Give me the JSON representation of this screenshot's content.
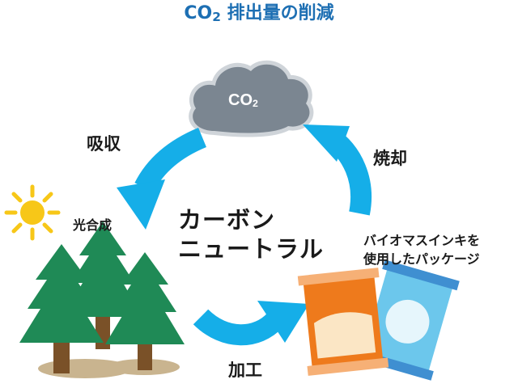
{
  "title": {
    "main": "CO",
    "sub": "2",
    "rest": " 排出量の削減"
  },
  "cloud": {
    "main": "CO",
    "sub": "2"
  },
  "labels": {
    "absorb": "吸収",
    "incinerate": "焼却",
    "photosynthesis": "光合成",
    "process": "加工",
    "center_line1": "カーボン",
    "center_line2": "ニュートラル",
    "package_line1": "バイオマスインキを",
    "package_line2": "使用したパッケージ"
  },
  "colors": {
    "title": "#1d6fb3",
    "arrow": "#15aee8",
    "cloud": "#7b8691",
    "sun": "#f7c718",
    "tree": "#1f8a56",
    "trunk": "#7a5128",
    "ground": "#c9b48f",
    "bag_orange": "#ee7a1c",
    "bag_blue": "#6cc7ec"
  }
}
